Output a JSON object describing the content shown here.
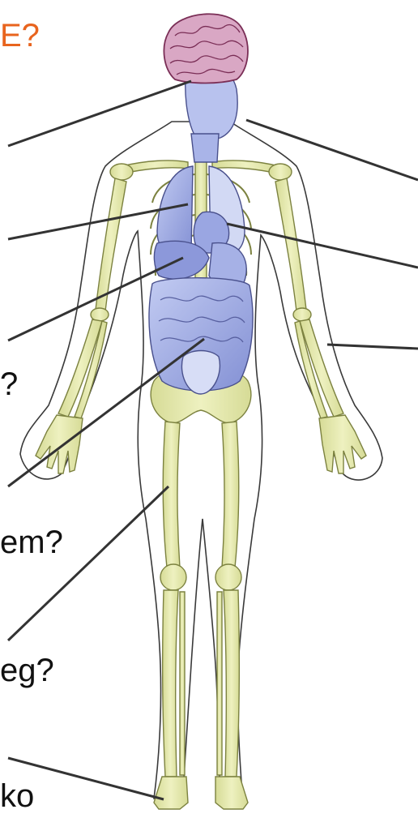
{
  "labels": {
    "head_question": "E?",
    "abdomen_question": "?",
    "system_question": "em?",
    "leg_question": "eg?",
    "foot_fragment": "ko"
  },
  "colors": {
    "label_head": "#e8641e",
    "label_text": "#111111",
    "bone": "#e3e7a8",
    "bone_outline": "#7c8240",
    "organ": "#a7b3ea",
    "organ_outline": "#49508c",
    "brain": "#d9a7c4",
    "brain_outline": "#7a2e56",
    "skin_outline": "#3a3a3a",
    "leader_line": "#333333"
  },
  "icons": {
    "figure": "human-anatomy-figure",
    "brain": "brain-icon"
  }
}
